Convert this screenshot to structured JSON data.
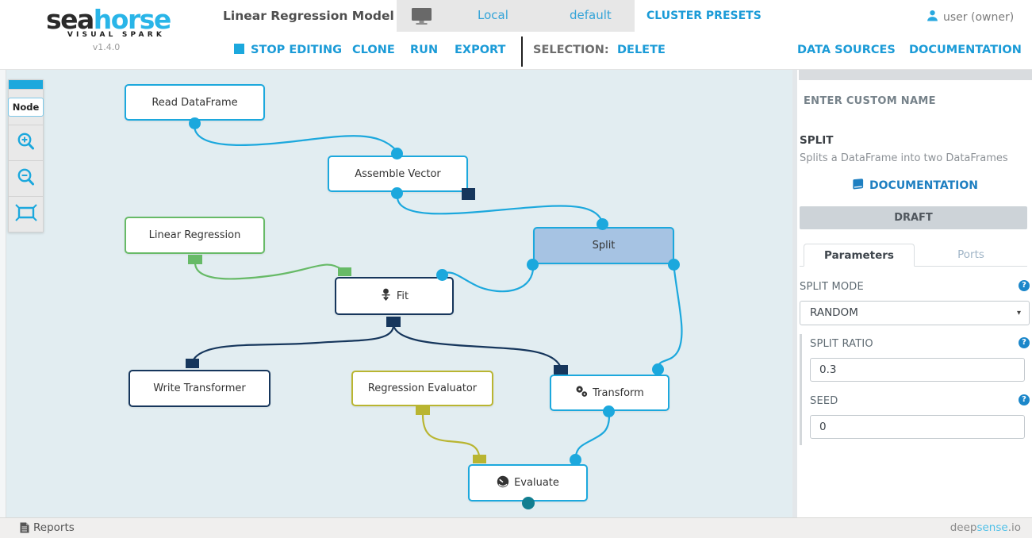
{
  "colors": {
    "accent_blue": "#1ca8dd",
    "link_blue": "#1b9bd7",
    "node_navy": "#16365c",
    "node_green": "#67ba67",
    "node_olive": "#b9b531",
    "selected_node_fill": "#a6c3e3",
    "port_teal": "#117e90",
    "canvas_bg": "#e2edf1"
  },
  "header": {
    "logo": {
      "part1": "sea",
      "part2": "horse",
      "subtitle": "VISUAL SPARK",
      "version": "v1.4.0"
    },
    "title": "Linear Regression Model",
    "cluster_bar": {
      "executor": "Local",
      "preset": "default",
      "presets_button": "CLUSTER PRESETS"
    },
    "user_label": "user (owner)",
    "menu": {
      "stop_editing": "STOP EDITING",
      "clone": "CLONE",
      "run": "RUN",
      "export": "EXPORT",
      "selection_label": "SELECTION:",
      "delete": "DELETE",
      "data_sources": "DATA SOURCES",
      "documentation": "DOCUMENTATION"
    }
  },
  "left_toolbar": {
    "node_button": "Node"
  },
  "canvas": {
    "nodes": {
      "read_dataframe": "Read DataFrame",
      "assemble_vector": "Assemble Vector",
      "linear_regression": "Linear Regression",
      "split": "Split",
      "fit": "Fit",
      "write_transformer": "Write Transformer",
      "regression_evaluator": "Regression Evaluator",
      "transform": "Transform",
      "evaluate": "Evaluate"
    }
  },
  "panel": {
    "custom_name_placeholder": "ENTER CUSTOM NAME",
    "operation_name": "SPLIT",
    "operation_description": "Splits a DataFrame into two DataFrames",
    "documentation_link": "DOCUMENTATION",
    "status_button": "DRAFT",
    "tabs": {
      "parameters": "Parameters",
      "ports": "Ports"
    },
    "parameters": {
      "split_mode": {
        "label": "SPLIT MODE",
        "value": "RANDOM"
      },
      "split_ratio": {
        "label": "SPLIT RATIO",
        "value": "0.3"
      },
      "seed": {
        "label": "SEED",
        "value": "0"
      }
    }
  },
  "icons": {
    "help_glyph": "?",
    "dropdown_caret": "▾"
  },
  "footer": {
    "reports": "Reports",
    "brand": {
      "part1": "deep",
      "part2": "sense",
      "part3": ".io"
    }
  }
}
